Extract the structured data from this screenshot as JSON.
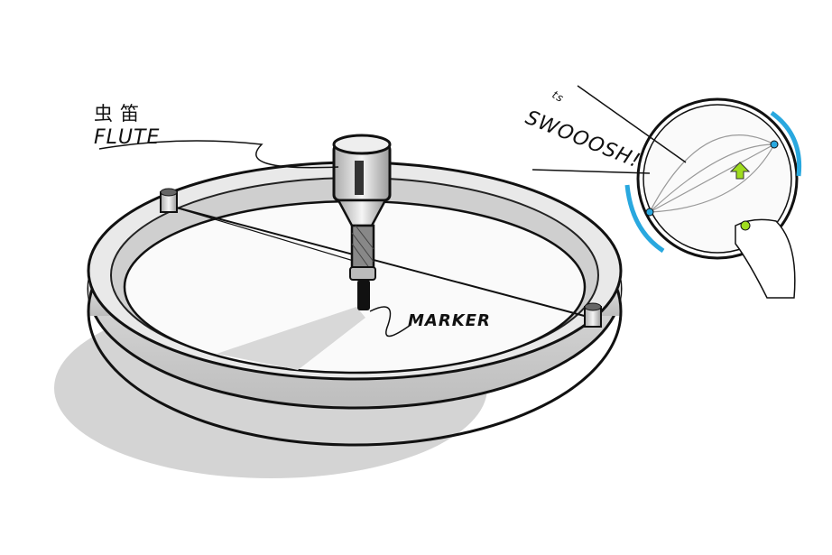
{
  "labels": {
    "flute_chinese": "虫笛",
    "flute": "FLUTE",
    "marker": "MARKER",
    "swoosh": "SWOOOSH!",
    "swoosh_small": "ts"
  },
  "colors": {
    "accent_arrow": "#29a8df",
    "highlight_green": "#9fdc1e",
    "ink": "#111111",
    "shadow": "#cfcfcf"
  }
}
